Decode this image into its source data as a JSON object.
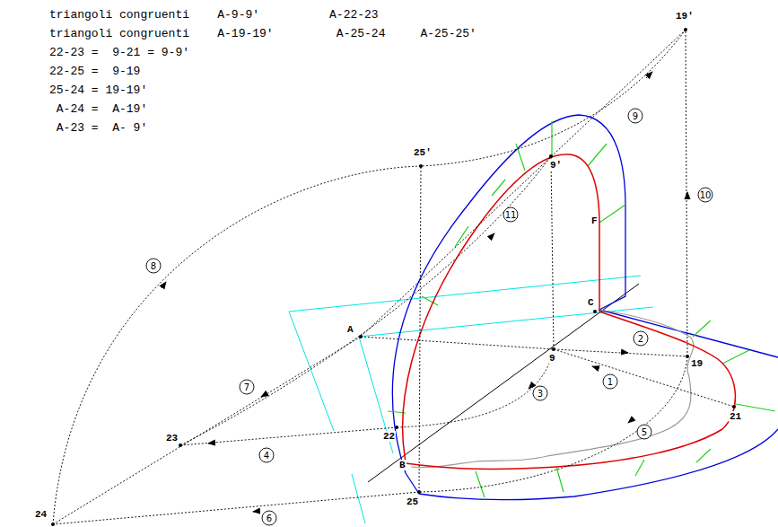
{
  "diagram": {
    "labels": [
      "triangoli congruenti    A-9-9'          A-22-23",
      "triangoli congruenti    A-19-19'         A-25-24     A-25-25'",
      "22-23 =  9-21 = 9-9'",
      "22-25 =  9-19",
      "25-24 = 19-19'",
      " A-24 =  A-19'",
      " A-23 =  A- 9'",
      "19'",
      "25'",
      "9'",
      "F",
      "C",
      "A",
      "9",
      "19",
      "21",
      "22",
      "23",
      "B",
      "25",
      "24",
      "1",
      "2",
      "3",
      "4",
      "5",
      "6",
      "7",
      "8",
      "9",
      "10",
      "11"
    ]
  }
}
